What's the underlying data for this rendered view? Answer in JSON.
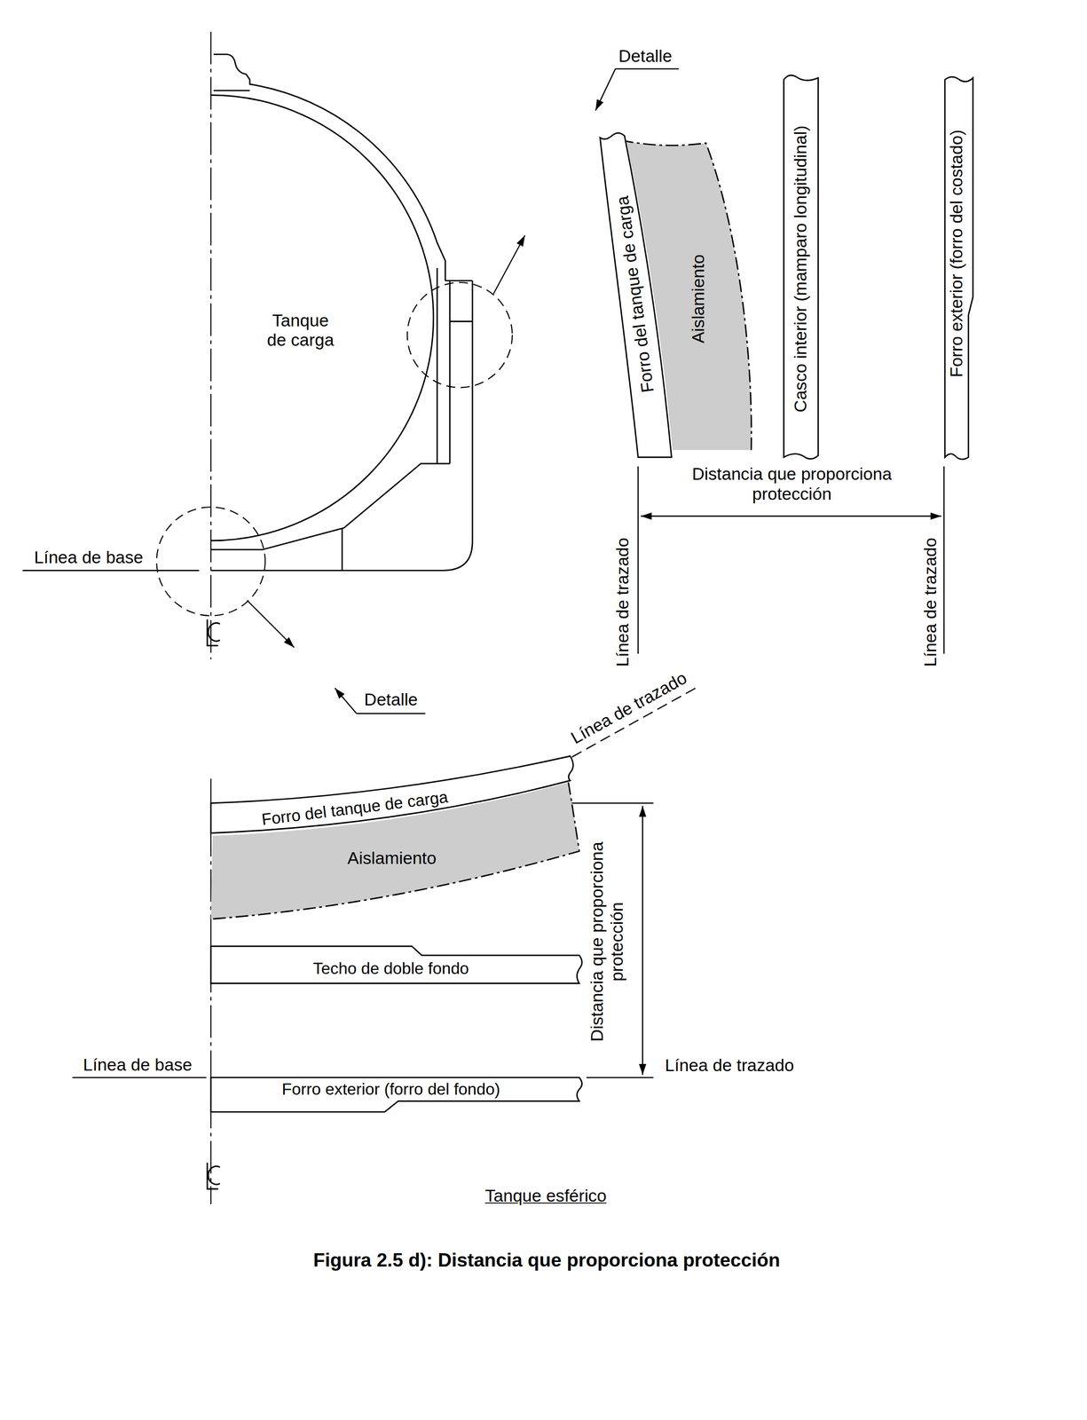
{
  "diagram": {
    "caption": "Figura 2.5 d): Distancia que proporciona protección",
    "nodes": [
      {
        "text": [
          "Tanque de carga"
        ]
      },
      {
        "text": [
          "Forro del tanque de carga"
        ]
      },
      {
        "text": [
          "Aislamiento"
        ]
      },
      {
        "text": [
          "Casco interior (mamparo longitudinal)"
        ]
      },
      {
        "text": [
          "Forro exterior (forro del costado)"
        ]
      },
      {
        "text": [
          "Forro del tanque de carga"
        ]
      },
      {
        "text": [
          "Aislamiento"
        ]
      },
      {
        "text": [
          "Techo de doble fondo"
        ]
      },
      {
        "text": [
          "Forro exterior (forro del fondo)"
        ]
      }
    ],
    "labels": [
      "Detalle",
      "Línea de base",
      "Distancia que proporciona protección",
      "Línea de trazado",
      "Línea de trazado",
      "Detalle",
      "Línea de trazado",
      "Distancia que proporciona protección",
      "Línea de base",
      "Línea de trazado",
      "Tanque esférico"
    ]
  }
}
